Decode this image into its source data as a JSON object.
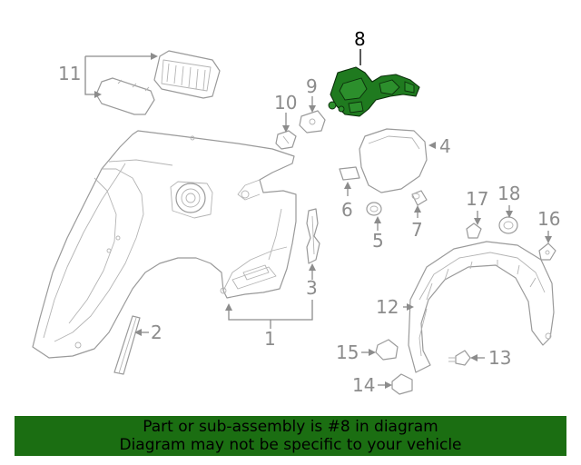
{
  "diagram": {
    "highlighted_part": "8",
    "highlight_color": "#1b6e12",
    "callouts": [
      "1",
      "2",
      "3",
      "4",
      "5",
      "6",
      "7",
      "8",
      "9",
      "10",
      "11",
      "12",
      "13",
      "14",
      "15",
      "16",
      "17",
      "18"
    ]
  },
  "banner": {
    "line1": "Part or sub-assembly is #8 in diagram",
    "line2": "Diagram may not be specific to your vehicle",
    "background": "#1b6e12"
  }
}
